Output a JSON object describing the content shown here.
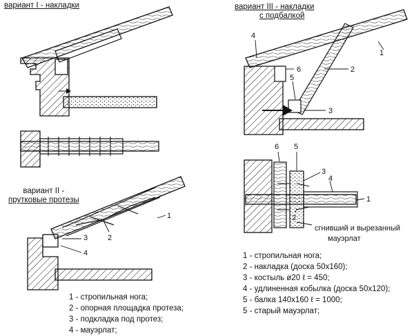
{
  "variants": {
    "v1": {
      "title": "вариант I - накладки"
    },
    "v2": {
      "title_line1": "вариант II -",
      "title_line2": "прутковые протезы"
    },
    "v3": {
      "title_line1": "вариант III - накладки",
      "title_line2": "с подбалкой"
    }
  },
  "labels": {
    "v2": [
      "1",
      "2",
      "3",
      "4"
    ],
    "v3_top": [
      "4",
      "6",
      "5",
      "1",
      "2",
      "3"
    ],
    "v3_bottom": [
      "6",
      "5",
      "3",
      "4",
      "1",
      "2"
    ]
  },
  "callout": {
    "line1": "сгнивший и вырезанный",
    "line2": "мауэрлат"
  },
  "legend_v2": [
    "1 - стропильная нога;",
    "2 - опорная площадка протеза;",
    "3 - подкладка под протез;",
    "4 - мауэрлат;"
  ],
  "legend_v3": [
    "1 - стропильная нога;",
    "2 - накладка (доска 50х160);",
    "3 - костыль ø20  ℓ = 450;",
    "4 - удлиненная кобылка (доска 50х120);",
    "5 - балка 140х160  ℓ = 1000;",
    "5 - старый мауэрлат;"
  ],
  "colors": {
    "ink": "#111111",
    "paper": "#ffffff"
  }
}
